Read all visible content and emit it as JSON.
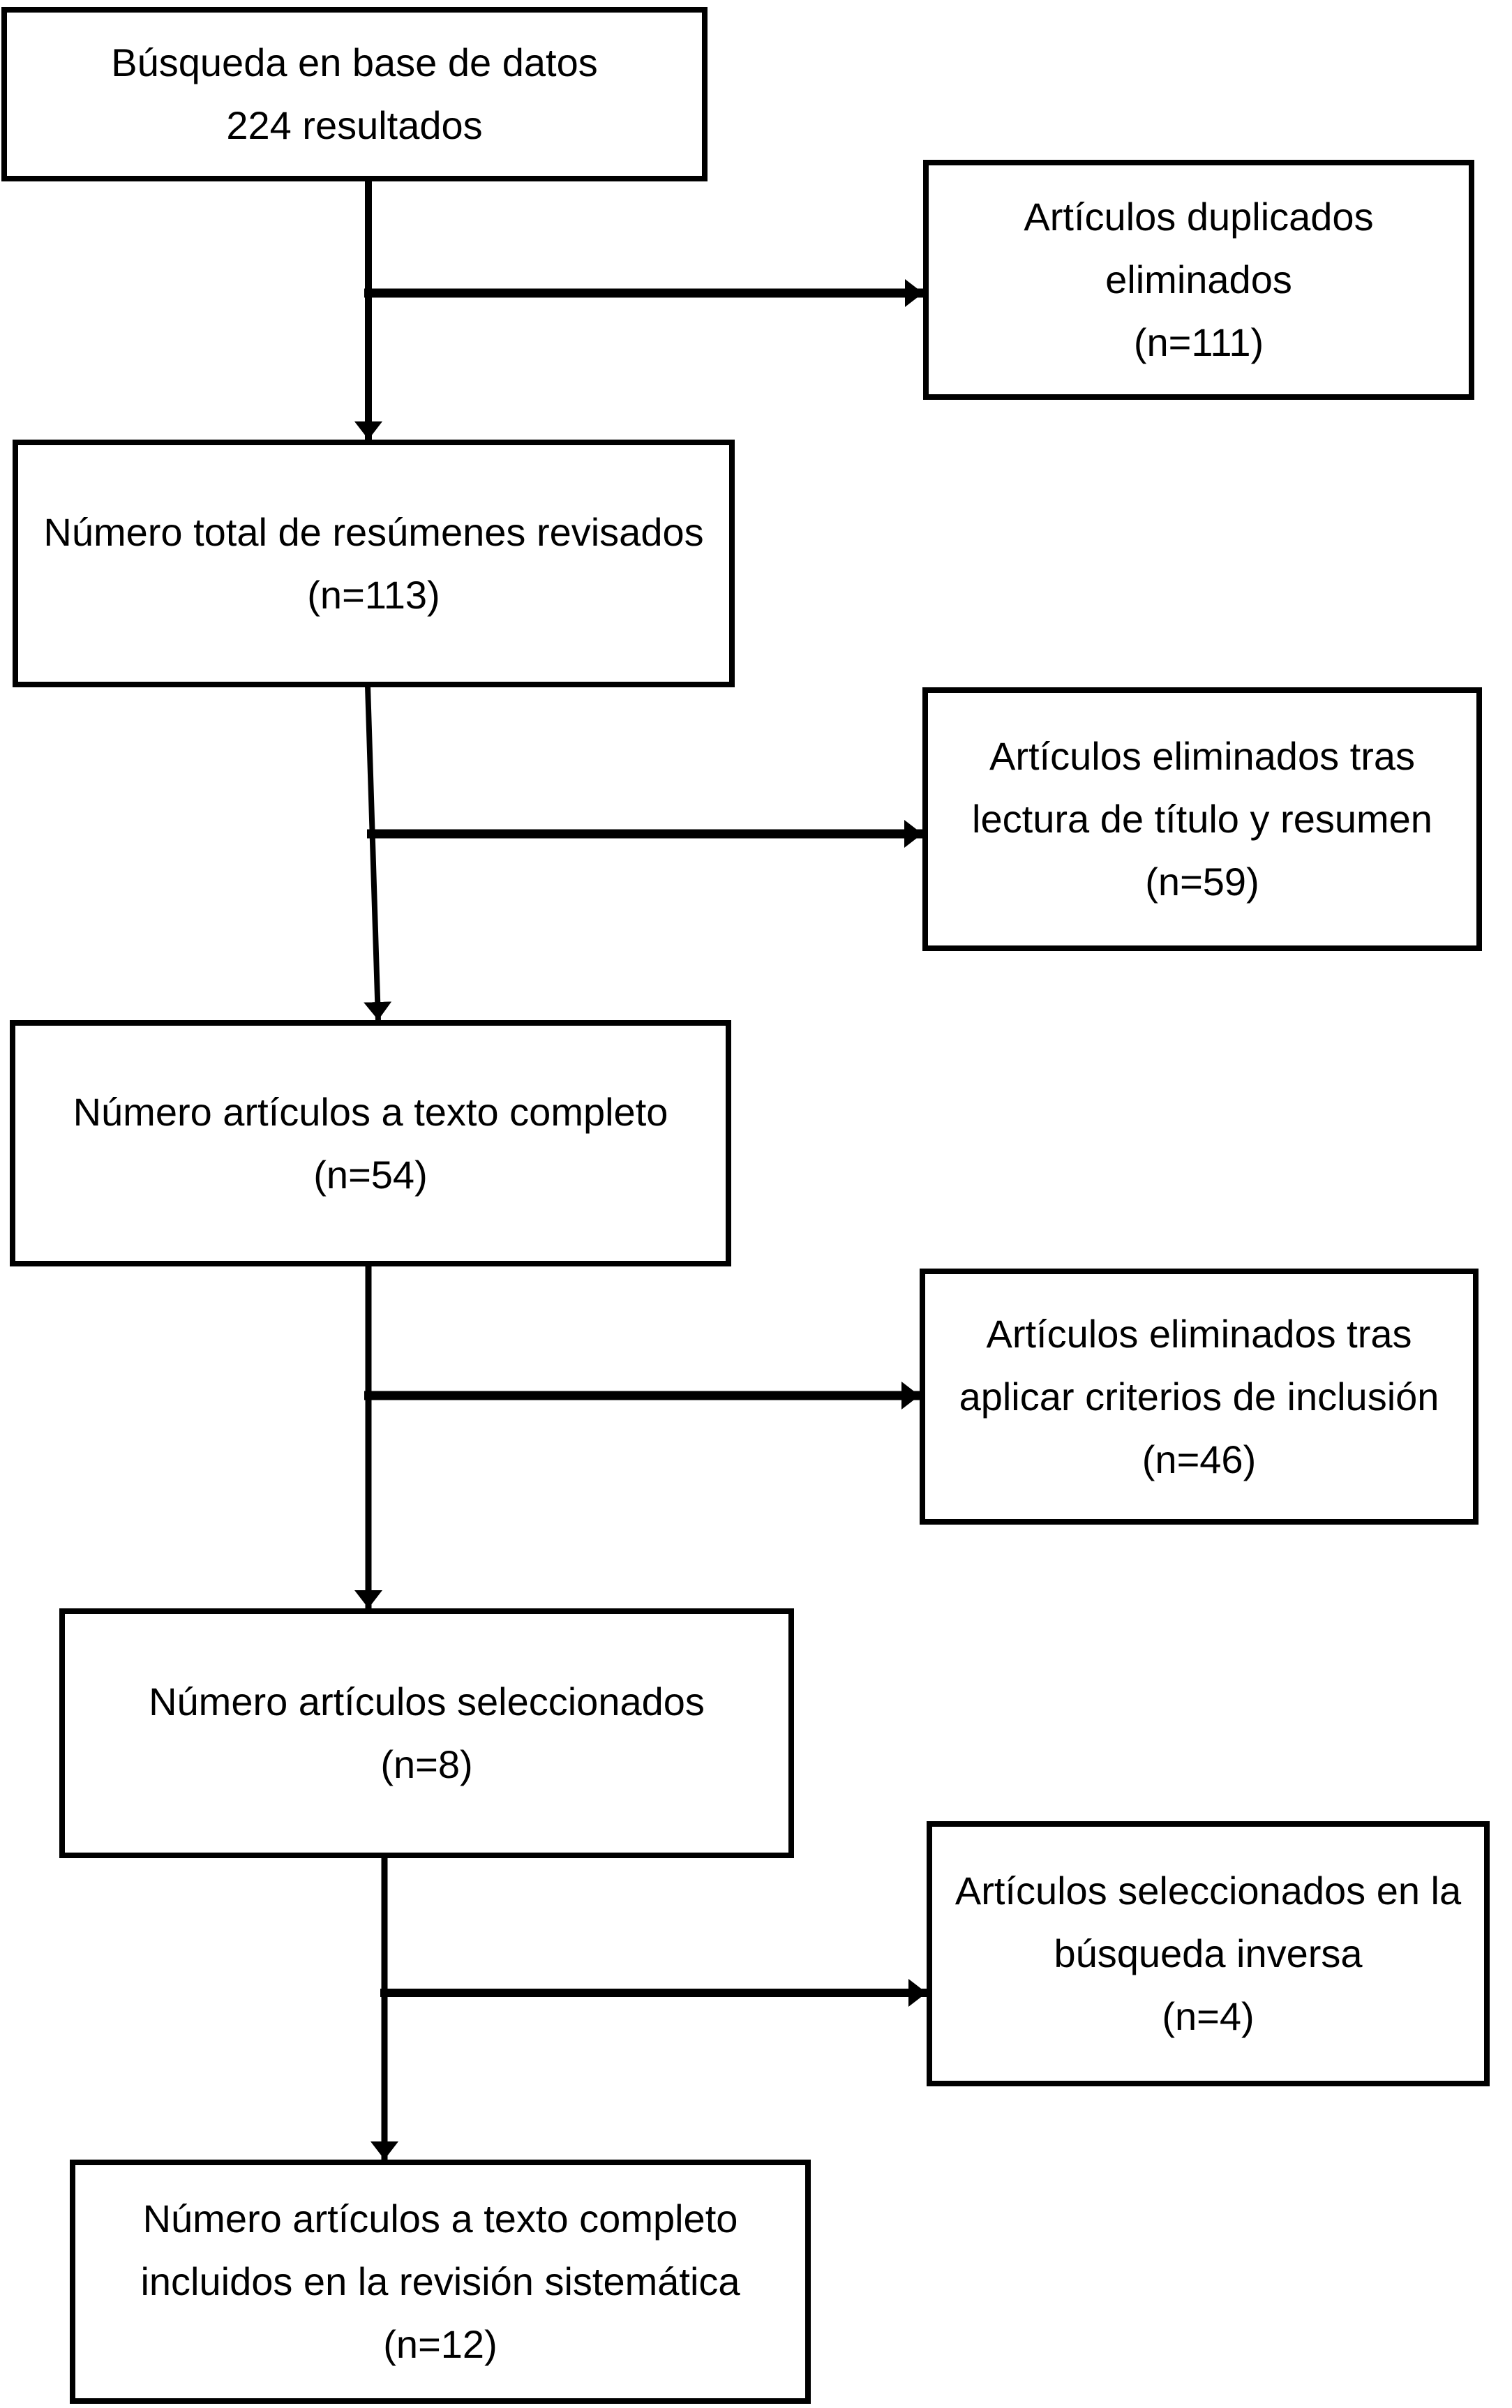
{
  "colors": {
    "line": "#000000",
    "box_background": "#ffffff",
    "text": "#000000"
  },
  "boxes": {
    "database_search": {
      "lines": [
        "Búsqueda en base de datos",
        "224 resultados"
      ]
    },
    "duplicates_removed": {
      "lines": [
        "Artículos duplicados",
        "eliminados",
        "(n=111)"
      ]
    },
    "abstracts_reviewed": {
      "lines": [
        "Número total de resúmenes revisados",
        "(n=113)"
      ]
    },
    "removed_title_abstract": {
      "lines": [
        "Artículos eliminados tras",
        "lectura de título y resumen",
        "(n=59)"
      ]
    },
    "fulltext": {
      "lines": [
        "Número artículos a texto completo",
        "(n=54)"
      ]
    },
    "removed_inclusion": {
      "lines": [
        "Artículos eliminados tras",
        "aplicar criterios de inclusión",
        "(n=46)"
      ]
    },
    "selected": {
      "lines": [
        "Número artículos seleccionados",
        "(n=8)"
      ]
    },
    "reverse_search": {
      "lines": [
        "Artículos seleccionados en la",
        "búsqueda inversa",
        "(n=4)"
      ]
    },
    "included": {
      "lines": [
        "Número artículos a texto completo",
        "incluidos en la revisión sistemática",
        "(n=12)"
      ]
    }
  },
  "counts": {
    "search_results": 224,
    "duplicates_removed": 111,
    "abstracts_reviewed": 113,
    "removed_title_abstract": 59,
    "fulltext": 54,
    "removed_inclusion": 46,
    "selected": 8,
    "reverse_search": 4,
    "included": 12
  }
}
